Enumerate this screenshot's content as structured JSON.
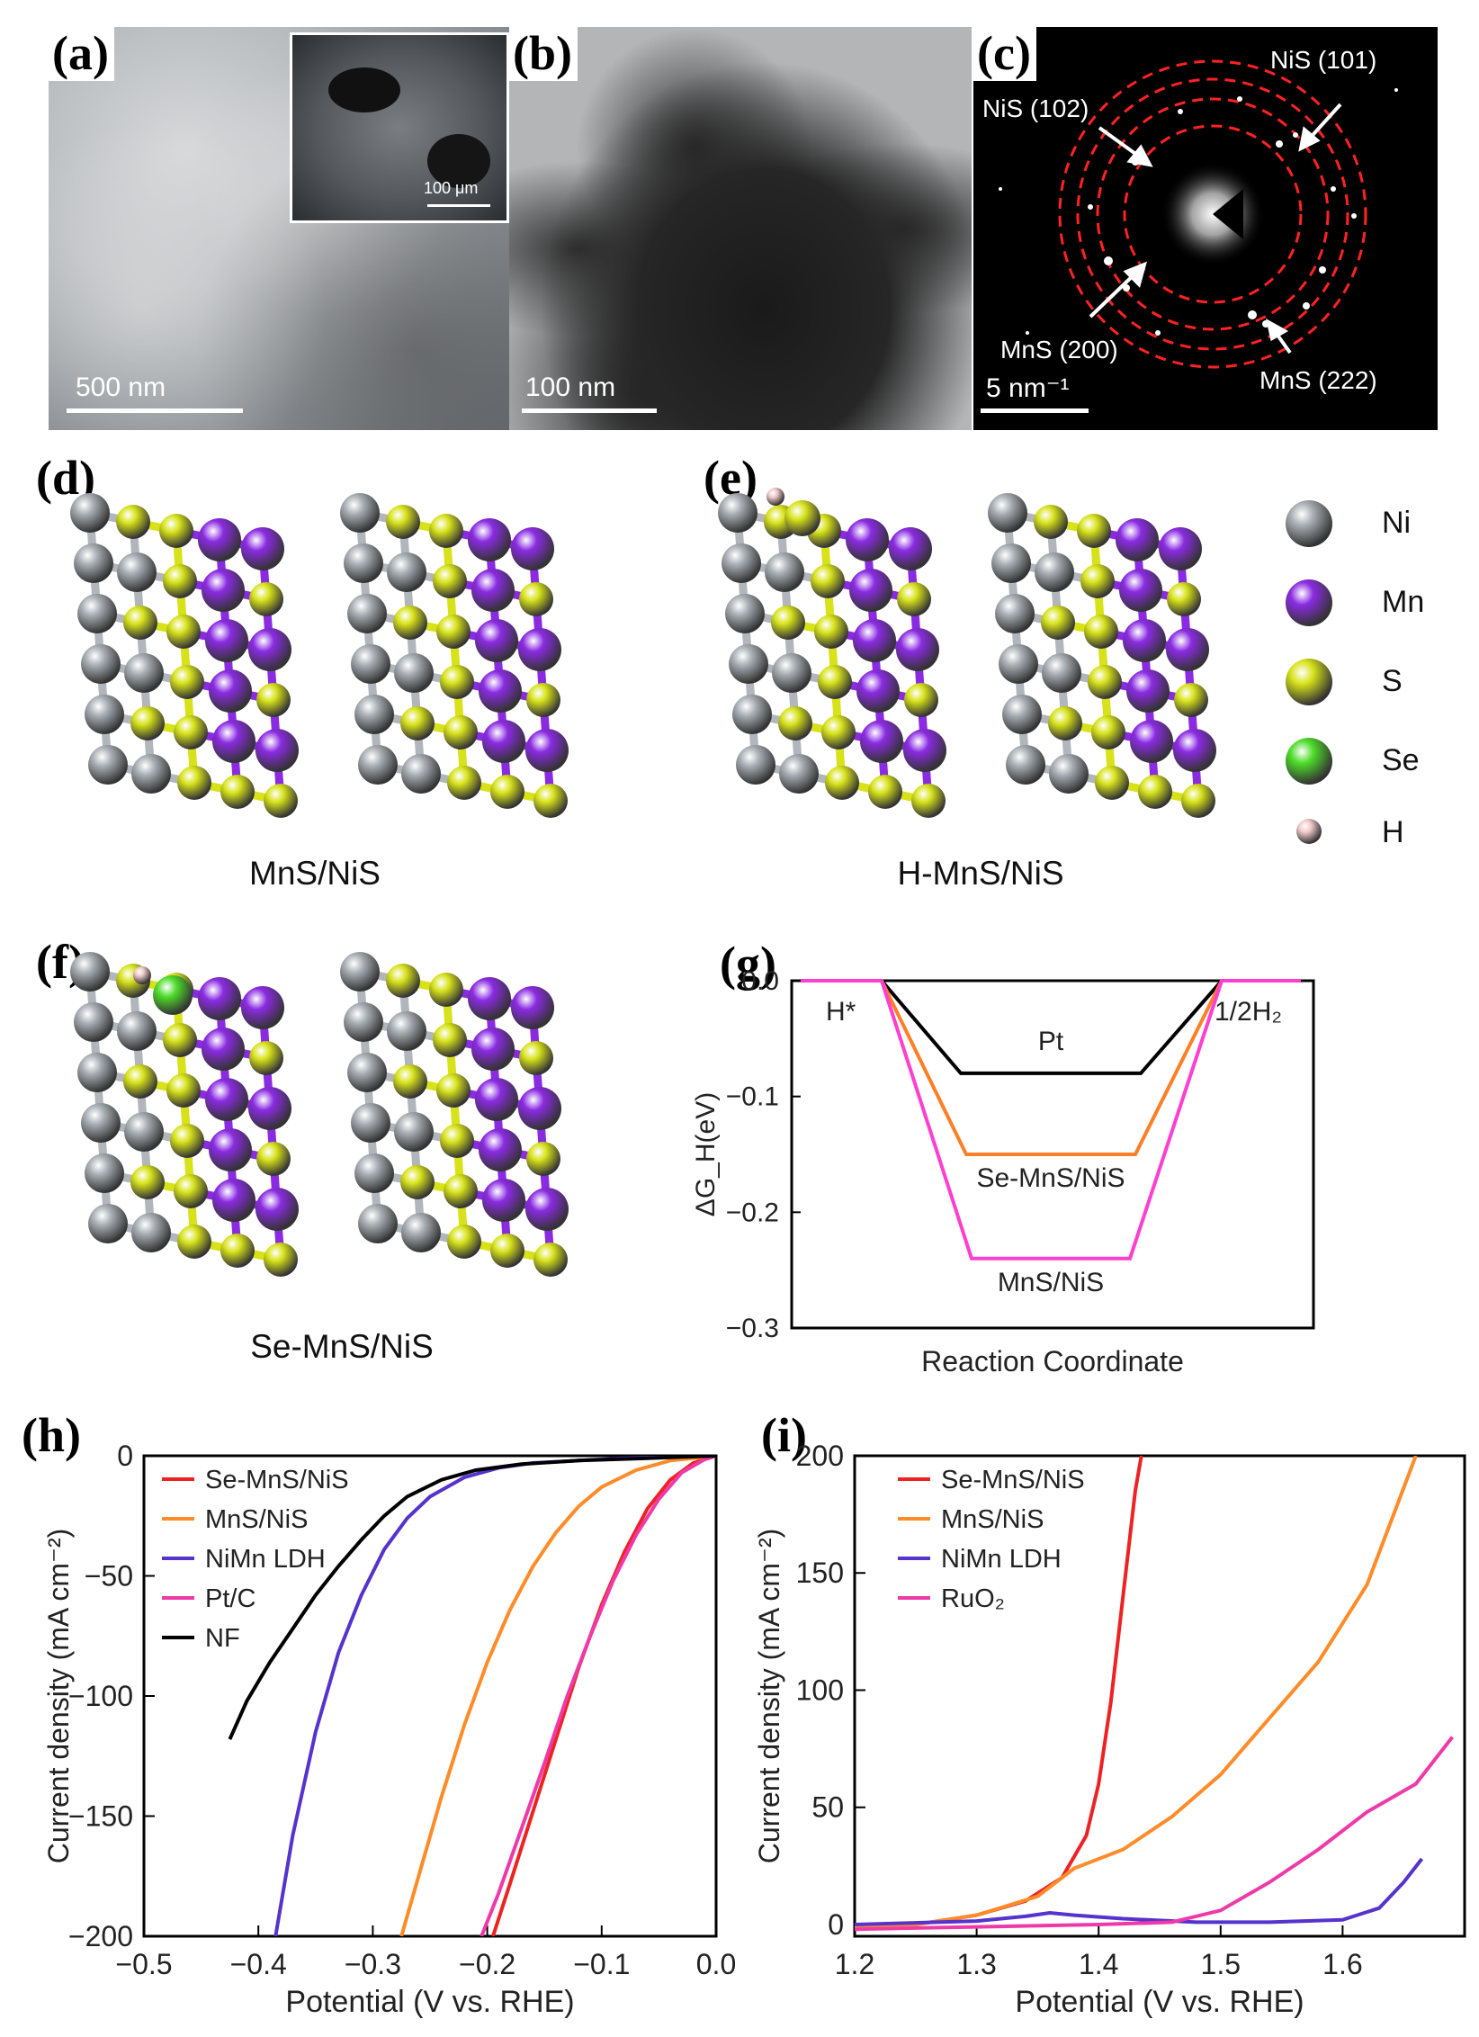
{
  "panels": {
    "a": {
      "label": "(a)",
      "scale_main": "500 nm",
      "scale_inset": "100 μm"
    },
    "b": {
      "label": "(b)",
      "scale": "100 nm"
    },
    "c": {
      "label": "(c)",
      "scale": "5 nm⁻¹",
      "annotations": [
        "NiS (102)",
        "NiS (101)",
        "MnS (200)",
        "MnS (222)"
      ]
    },
    "d": {
      "label": "(d)",
      "caption": "MnS/NiS"
    },
    "e": {
      "label": "(e)",
      "caption": "H-MnS/NiS"
    },
    "f": {
      "label": "(f)",
      "caption": "Se-MnS/NiS"
    },
    "g": {
      "label": "(g)"
    },
    "h": {
      "label": "(h)"
    },
    "i": {
      "label": "(i)"
    }
  },
  "atom_legend": [
    {
      "name": "Ni",
      "color": "#a7adb3"
    },
    {
      "name": "Mn",
      "color": "#8a2be2"
    },
    {
      "name": "S",
      "color": "#d7e21a"
    },
    {
      "name": "Se",
      "color": "#4fdc2a"
    },
    {
      "name": "H",
      "color": "#f0c8c8"
    }
  ],
  "chart_data": [
    {
      "id": "g",
      "type": "line",
      "xlabel": "Reaction Coordinate",
      "ylabel": "ΔG_H(eV)",
      "ylim": [
        -0.3,
        0.0
      ],
      "yticks": [
        "0.0",
        "−0.1",
        "−0.2",
        "−0.3"
      ],
      "text_labels": {
        "start": "H*",
        "end": "1/2H₂"
      },
      "series": [
        {
          "name": "Pt",
          "color": "#000000",
          "values": [
            0.0,
            -0.08,
            0.0
          ]
        },
        {
          "name": "Se-MnS/NiS",
          "color": "#ff7f27",
          "values": [
            0.0,
            -0.15,
            0.0
          ]
        },
        {
          "name": "MnS/NiS",
          "color": "#ff3fcf",
          "values": [
            0.0,
            -0.24,
            0.0
          ]
        }
      ]
    },
    {
      "id": "h",
      "type": "line",
      "xlabel": "Potential (V vs. RHE)",
      "ylabel": "Current density (mA cm⁻²)",
      "xlim": [
        -0.5,
        0.0
      ],
      "ylim": [
        -200,
        0
      ],
      "xticks": [
        "−0.5",
        "−0.4",
        "−0.3",
        "−0.2",
        "−0.1",
        "0.0"
      ],
      "yticks": [
        "0",
        "−50",
        "−100",
        "−150",
        "−200"
      ],
      "legend_position": "top-left",
      "series": [
        {
          "name": "Se-MnS/NiS",
          "color": "#ee2222",
          "x": [
            -0.195,
            -0.18,
            -0.16,
            -0.14,
            -0.12,
            -0.1,
            -0.08,
            -0.06,
            -0.04,
            -0.02,
            0.0
          ],
          "y": [
            -200,
            -178,
            -148,
            -118,
            -88,
            -62,
            -40,
            -22,
            -10,
            -3,
            0
          ]
        },
        {
          "name": "MnS/NiS",
          "color": "#ff8c29",
          "x": [
            -0.275,
            -0.26,
            -0.24,
            -0.22,
            -0.2,
            -0.18,
            -0.16,
            -0.14,
            -0.12,
            -0.1,
            -0.07,
            -0.04,
            -0.02,
            0.0
          ],
          "y": [
            -200,
            -175,
            -142,
            -112,
            -86,
            -64,
            -46,
            -32,
            -21,
            -13,
            -6,
            -2,
            -1,
            0
          ]
        },
        {
          "name": "NiMn LDH",
          "color": "#5533cc",
          "x": [
            -0.385,
            -0.37,
            -0.35,
            -0.33,
            -0.31,
            -0.29,
            -0.27,
            -0.25,
            -0.22,
            -0.19,
            -0.16,
            -0.12,
            -0.08,
            -0.04,
            0.0
          ],
          "y": [
            -200,
            -158,
            -115,
            -82,
            -58,
            -39,
            -26,
            -17,
            -9,
            -5,
            -3,
            -2,
            -1,
            -0.5,
            0
          ]
        },
        {
          "name": "Pt/C",
          "color": "#ee3aa8",
          "x": [
            -0.205,
            -0.19,
            -0.17,
            -0.15,
            -0.13,
            -0.11,
            -0.09,
            -0.07,
            -0.05,
            -0.03,
            -0.01,
            0.0
          ],
          "y": [
            -200,
            -182,
            -155,
            -128,
            -100,
            -75,
            -52,
            -33,
            -18,
            -7,
            -1.5,
            0
          ]
        },
        {
          "name": "NF",
          "color": "#000000",
          "x": [
            -0.425,
            -0.41,
            -0.39,
            -0.37,
            -0.35,
            -0.33,
            -0.31,
            -0.29,
            -0.27,
            -0.24,
            -0.21,
            -0.17,
            -0.12,
            -0.06,
            0.0
          ],
          "y": [
            -118,
            -102,
            -86,
            -72,
            -58,
            -46,
            -35,
            -25,
            -17,
            -10,
            -6,
            -3.5,
            -2,
            -1,
            0
          ]
        }
      ]
    },
    {
      "id": "i",
      "type": "line",
      "xlabel": "Potential (V vs. RHE)",
      "ylabel": "Current density (mA cm⁻²)",
      "xlim": [
        1.2,
        1.7
      ],
      "ylim": [
        -5,
        200
      ],
      "xticks": [
        "1.2",
        "1.3",
        "1.4",
        "1.5",
        "1.6"
      ],
      "yticks": [
        "0",
        "50",
        "100",
        "150",
        "200"
      ],
      "legend_position": "top-left",
      "series": [
        {
          "name": "Se-MnS/NiS",
          "color": "#ee2222",
          "x": [
            1.2,
            1.25,
            1.3,
            1.34,
            1.37,
            1.39,
            1.4,
            1.41,
            1.42,
            1.43,
            1.435
          ],
          "y": [
            -1,
            0,
            4,
            10,
            20,
            38,
            60,
            95,
            140,
            185,
            200
          ]
        },
        {
          "name": "MnS/NiS",
          "color": "#ff8c29",
          "x": [
            1.2,
            1.25,
            1.3,
            1.35,
            1.38,
            1.42,
            1.46,
            1.5,
            1.54,
            1.58,
            1.62,
            1.66
          ],
          "y": [
            -1,
            0,
            4,
            12,
            24,
            32,
            46,
            64,
            88,
            112,
            145,
            200
          ]
        },
        {
          "name": "NiMn LDH",
          "color": "#5533cc",
          "x": [
            1.2,
            1.3,
            1.34,
            1.36,
            1.38,
            1.42,
            1.48,
            1.54,
            1.6,
            1.63,
            1.65,
            1.665
          ],
          "y": [
            0,
            1.5,
            3.5,
            5,
            4,
            2.5,
            1,
            1,
            2,
            7,
            18,
            28
          ]
        },
        {
          "name": "RuO₂",
          "color": "#ee3aa8",
          "x": [
            1.2,
            1.3,
            1.4,
            1.46,
            1.5,
            1.54,
            1.58,
            1.62,
            1.66,
            1.69
          ],
          "y": [
            -2,
            -1,
            0,
            1,
            6,
            18,
            32,
            48,
            60,
            80
          ]
        }
      ]
    }
  ]
}
